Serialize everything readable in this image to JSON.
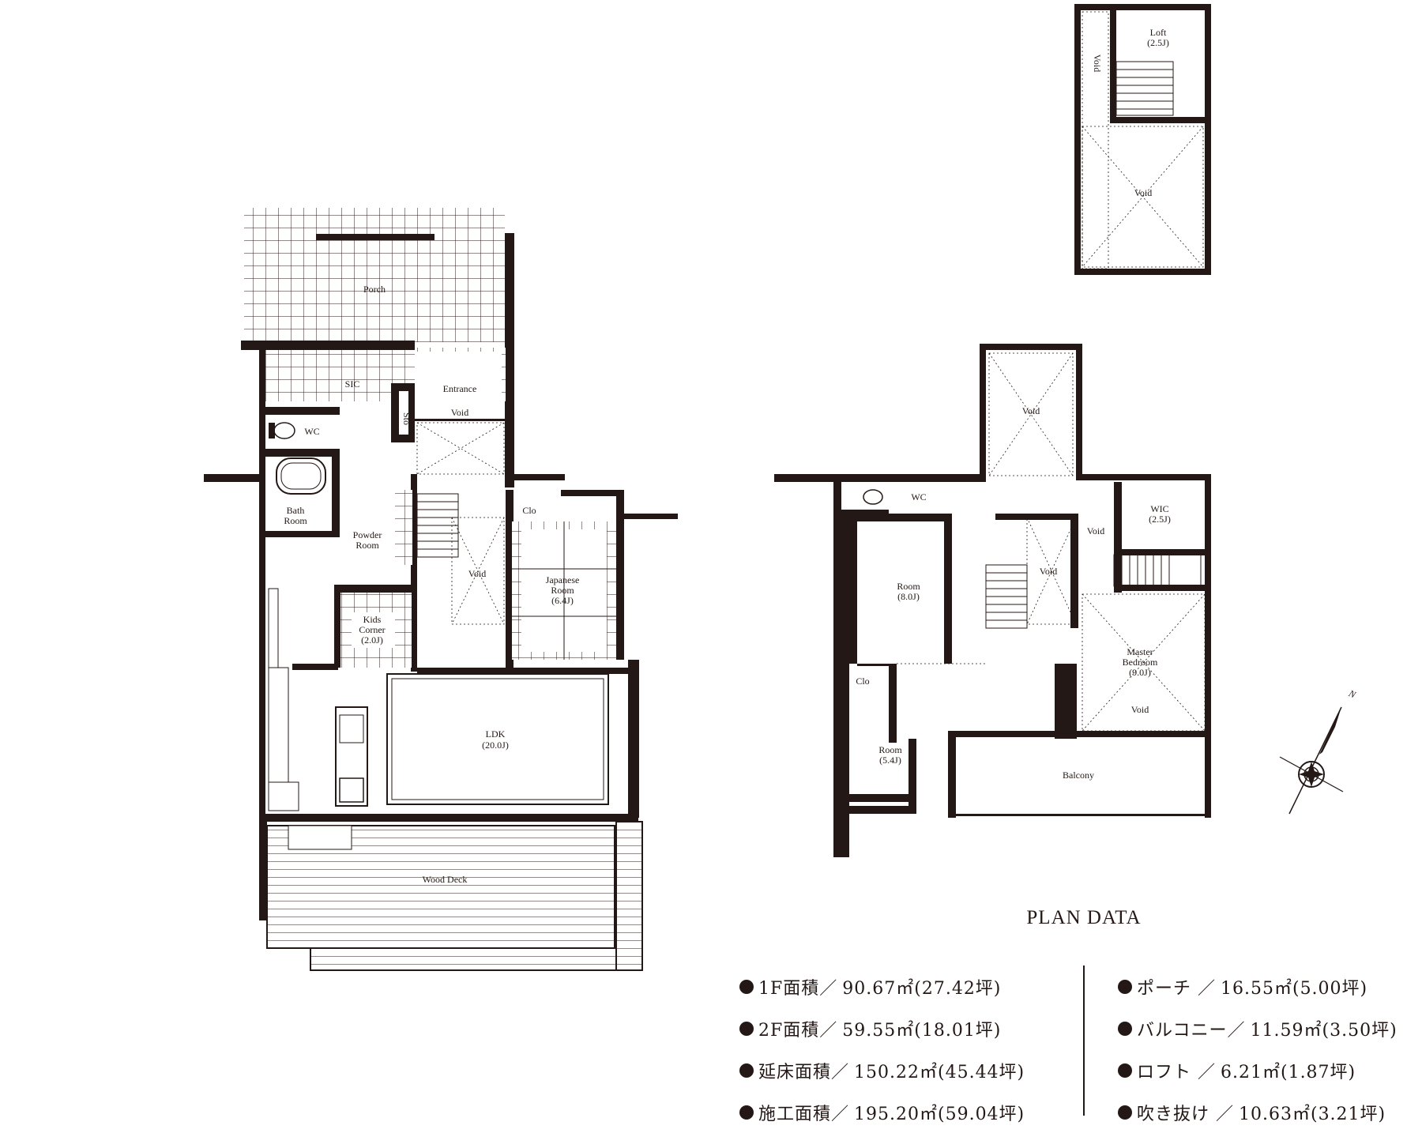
{
  "floor1": {
    "rooms": {
      "porch": "Porch",
      "sic": "SIC",
      "entrance": "Entrance",
      "void_entrance": "Void",
      "sto": "Sto",
      "wc": "WC",
      "bath_line1": "Bath",
      "bath_line2": "Room",
      "powder_line1": "Powder",
      "powder_line2": "Room",
      "clo": "Clo",
      "void_stair": "Void",
      "japanese_line1": "Japanese",
      "japanese_line2": "Room",
      "japanese_area": "(6.4J)",
      "kids_line1": "Kids",
      "kids_line2": "Corner",
      "kids_area": "(2.0J)",
      "ldk": "LDK",
      "ldk_area": "(20.0J)",
      "wood_deck": "Wood Deck"
    }
  },
  "floor2": {
    "rooms": {
      "void_top": "Void",
      "wc": "WC",
      "wic": "WIC",
      "wic_area": "(2.5J)",
      "void_wic": "Void",
      "room1": "Room",
      "room1_area": "(8.0J)",
      "void_stair": "Void",
      "master_line1": "Master",
      "master_line2": "Bedroom",
      "master_area": "(9.0J)",
      "void_master": "Void",
      "clo": "Clo",
      "room2": "Room",
      "room2_area": "(5.4J)",
      "balcony": "Balcony"
    }
  },
  "loft": {
    "rooms": {
      "loft": "Loft",
      "loft_area": "(2.5J)",
      "void_side": "Void",
      "void_main": "Void"
    }
  },
  "compass": {
    "north_label": "N"
  },
  "plan_data": {
    "title": "PLAN DATA",
    "left": [
      {
        "label": "1F面積／",
        "value": " 90.67㎡(27.42坪)"
      },
      {
        "label": "2F面積／",
        "value": " 59.55㎡(18.01坪)"
      },
      {
        "label": "延床面積／",
        "value": "150.22㎡(45.44坪)"
      },
      {
        "label": "施工面積／",
        "value": "195.20㎡(59.04坪)"
      }
    ],
    "right": [
      {
        "label": "ポーチ ／",
        "value": "16.55㎡(5.00坪)"
      },
      {
        "label": "バルコニー／",
        "value": "11.59㎡(3.50坪)"
      },
      {
        "label": "ロフト ／",
        "value": " 6.21㎡(1.87坪)"
      },
      {
        "label": "吹き抜け ／",
        "value": "10.63㎡(3.21坪)"
      }
    ]
  }
}
